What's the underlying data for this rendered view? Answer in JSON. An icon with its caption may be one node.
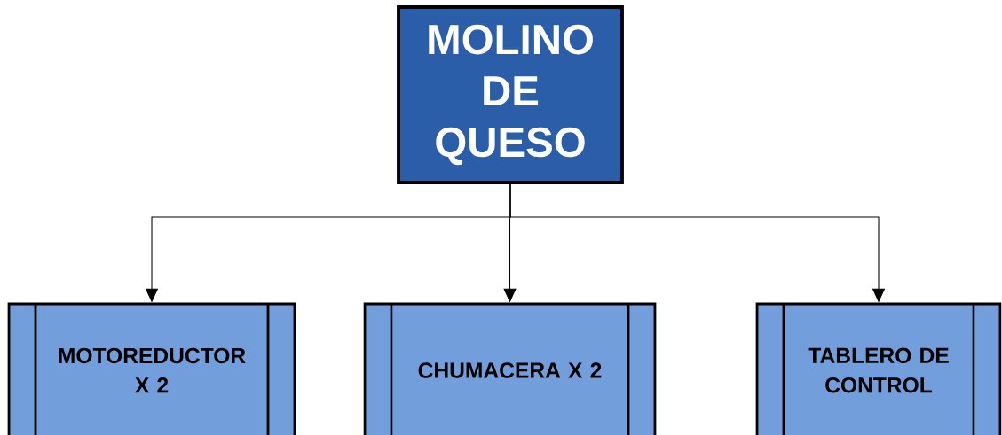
{
  "diagram": {
    "nodes": [
      {
        "text": [
          "MOLINO DE QUESO"
        ]
      },
      {
        "text": [
          "MOTOREDUCTOR X 2"
        ]
      },
      {
        "text": [
          "CHUMACERA X 2"
        ]
      },
      {
        "text": [
          "TABLERO DE CONTROL"
        ]
      }
    ],
    "edges": [
      {
        "from": 0,
        "to": 1,
        "arrow": "to"
      },
      {
        "from": 0,
        "to": 2,
        "arrow": "to"
      },
      {
        "from": 0,
        "to": 3,
        "arrow": "to"
      }
    ]
  }
}
